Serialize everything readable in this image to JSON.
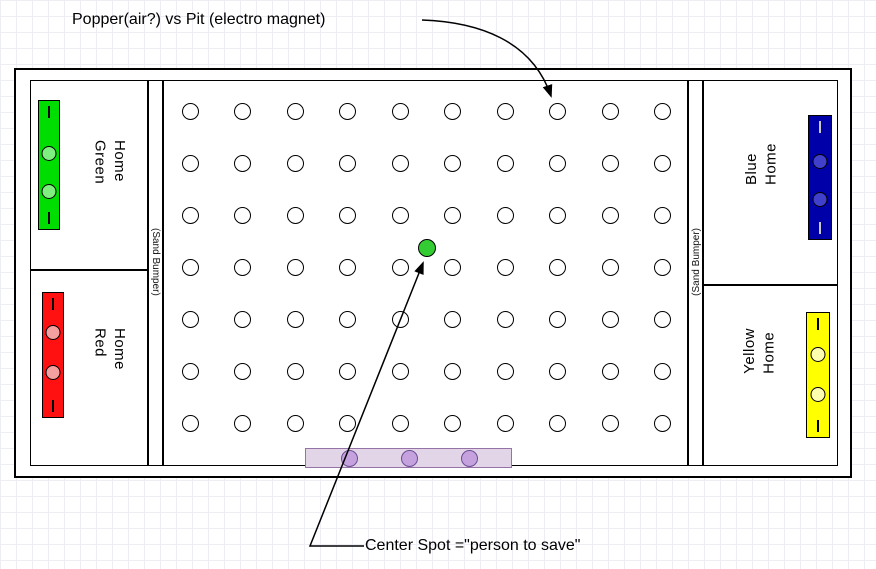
{
  "annotations": {
    "popper_note": "Popper(air?) vs Pit (electro magnet)",
    "center_note": "Center Spot =\"person to save\""
  },
  "board": {
    "homes": [
      {
        "name": "Green Home",
        "label_lines": [
          "Green",
          "Home"
        ],
        "rect_color": "#00DD00",
        "piece_color": "#7FEF7F",
        "tick_color": "#000000",
        "pieces": 2
      },
      {
        "name": "Red Home",
        "label_lines": [
          "Red",
          "Home"
        ],
        "rect_color": "#FF1111",
        "piece_color": "#F4A0A0",
        "tick_color": "#000000",
        "pieces": 2
      },
      {
        "name": "Blue Home",
        "label_lines": [
          "Blue",
          "Home"
        ],
        "rect_color": "#0000A8",
        "piece_color": "#4040CC",
        "tick_color": "#C8C8C8",
        "pieces": 2
      },
      {
        "name": "Yellow Home",
        "label_lines": [
          "Yellow",
          "Home"
        ],
        "rect_color": "#FFFF00",
        "piece_color": "#FFFFB0",
        "tick_color": "#000000",
        "pieces": 2
      }
    ],
    "sand_bumper_left": "(Sand Bumper)",
    "sand_bumper_right": "(Sand Bumper)",
    "hole_grid": {
      "rows": 7,
      "cols": 10
    },
    "center_spot": {
      "color": "#33CC33"
    },
    "purple_bumper": {
      "fill": "#E1D5E7",
      "stroke": "#9673A6",
      "circle_fill": "#C5A1DE",
      "circle_stroke": "#6B4E93",
      "circles": 3
    }
  }
}
